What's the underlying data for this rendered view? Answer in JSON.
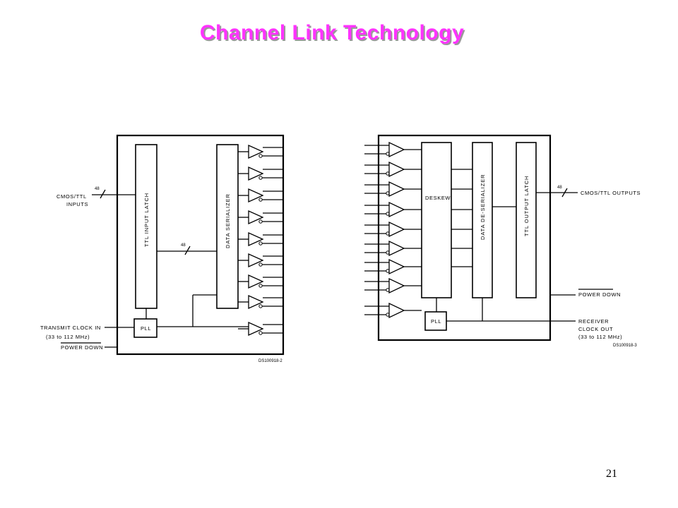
{
  "slide": {
    "title": "Channel Link Technology",
    "page_number": "21"
  },
  "transmitter": {
    "input_bus_label": "CMOS/TTL",
    "input_bus_label_2": "INPUTS",
    "input_bus_width": "48",
    "latch_label": "TTL INPUT LATCH",
    "serializer_label": "DATA SERIALIZER",
    "internal_bus_width": "48",
    "pll_label": "PLL",
    "clock_label": "TRANSMIT CLOCK IN",
    "clock_range": "(33 to 112 MHz)",
    "power_down_label": "POWER DOWN",
    "figure_id": "DS100918-2"
  },
  "receiver": {
    "deskew_label": "DESKEW",
    "deserializer_label": "DATA DE-SERIALIZER",
    "output_latch_label": "TTL OUTPUT LATCH",
    "output_bus_label": "CMOS/TTL OUTPUTS",
    "output_bus_width": "48",
    "power_down_label": "POWER DOWN",
    "pll_label": "PLL",
    "clock_out_label": "RECEIVER",
    "clock_out_label_2": "CLOCK OUT",
    "clock_out_range": "(33 to 112 MHz)",
    "figure_id": "DS100918-3"
  }
}
